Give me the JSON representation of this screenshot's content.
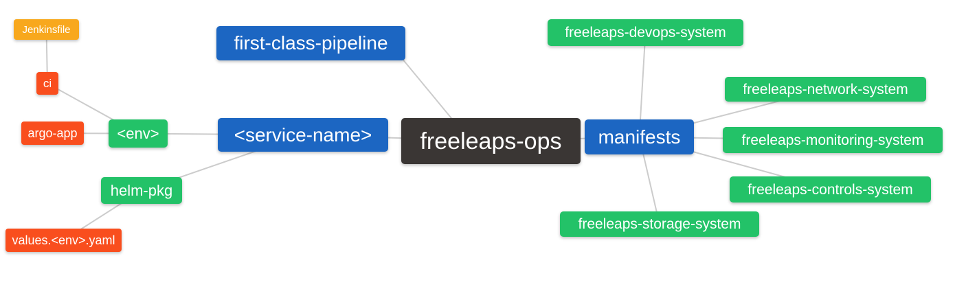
{
  "nodes": {
    "jenkinsfile": {
      "label": "Jenkinsfile",
      "color": "orange"
    },
    "ci": {
      "label": "ci",
      "color": "red"
    },
    "argo_app": {
      "label": "argo-app",
      "color": "red"
    },
    "env": {
      "label": "<env>",
      "color": "green"
    },
    "helm_pkg": {
      "label": "helm-pkg",
      "color": "green"
    },
    "values_env_yaml": {
      "label": "values.<env>.yaml",
      "color": "red"
    },
    "first_class_pipeline": {
      "label": "first-class-pipeline",
      "color": "blue"
    },
    "service_name": {
      "label": "<service-name>",
      "color": "blue"
    },
    "freeleaps_ops": {
      "label": "freeleaps-ops",
      "color": "dark"
    },
    "manifests": {
      "label": "manifests",
      "color": "blue"
    },
    "freeleaps_devops_system": {
      "label": "freeleaps-devops-system",
      "color": "green"
    },
    "freeleaps_network_system": {
      "label": "freeleaps-network-system",
      "color": "green"
    },
    "freeleaps_monitoring_system": {
      "label": "freeleaps-monitoring-system",
      "color": "green"
    },
    "freeleaps_controls_system": {
      "label": "freeleaps-controls-system",
      "color": "green"
    },
    "freeleaps_storage_system": {
      "label": "freeleaps-storage-system",
      "color": "green"
    }
  },
  "edges": [
    [
      "jenkinsfile",
      "ci"
    ],
    [
      "ci",
      "env"
    ],
    [
      "argo_app",
      "env"
    ],
    [
      "env",
      "service_name"
    ],
    [
      "values_env_yaml",
      "helm_pkg"
    ],
    [
      "helm_pkg",
      "service_name"
    ],
    [
      "first_class_pipeline",
      "freeleaps_ops"
    ],
    [
      "service_name",
      "freeleaps_ops"
    ],
    [
      "freeleaps_ops",
      "manifests"
    ],
    [
      "manifests",
      "freeleaps_devops_system"
    ],
    [
      "manifests",
      "freeleaps_network_system"
    ],
    [
      "manifests",
      "freeleaps_monitoring_system"
    ],
    [
      "manifests",
      "freeleaps_controls_system"
    ],
    [
      "manifests",
      "freeleaps_storage_system"
    ]
  ],
  "colors": {
    "blue": "#1c66c2",
    "green": "#23c268",
    "orange": "#f8a81d",
    "red": "#f94e1e",
    "dark": "#3a3634",
    "edge": "#cccccc",
    "background": "#ffffff",
    "text": "#ffffff"
  }
}
